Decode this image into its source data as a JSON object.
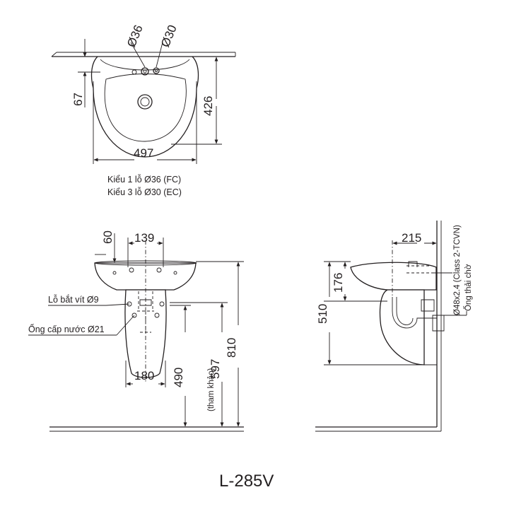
{
  "top_view": {
    "hole_label_1": "Ø36",
    "hole_label_2": "Ø30",
    "dim_depth": "67",
    "dim_height": "426",
    "dim_width": "497",
    "note_1": "Kiểu 1 lỗ Ø36 (FC)",
    "note_2": "Kiểu 3 lỗ Ø30 (EC)"
  },
  "front_view": {
    "dim_60": "60",
    "dim_139": "139",
    "screw_hole_label": "Lỗ bắt vít Ø9",
    "water_pipe_label": "Ống cấp nước Ø21",
    "dim_180": "180",
    "dim_490": "490",
    "dim_597": "597",
    "reference_label": "(tham khảo)",
    "dim_810": "810"
  },
  "side_view": {
    "dim_215": "215",
    "dim_176": "176",
    "dim_510": "510",
    "pipe_spec": "Ø48x2.4 (Class 2-TCVN)",
    "drain_label": "Ống thải chờ"
  },
  "model_name": "L-285V"
}
